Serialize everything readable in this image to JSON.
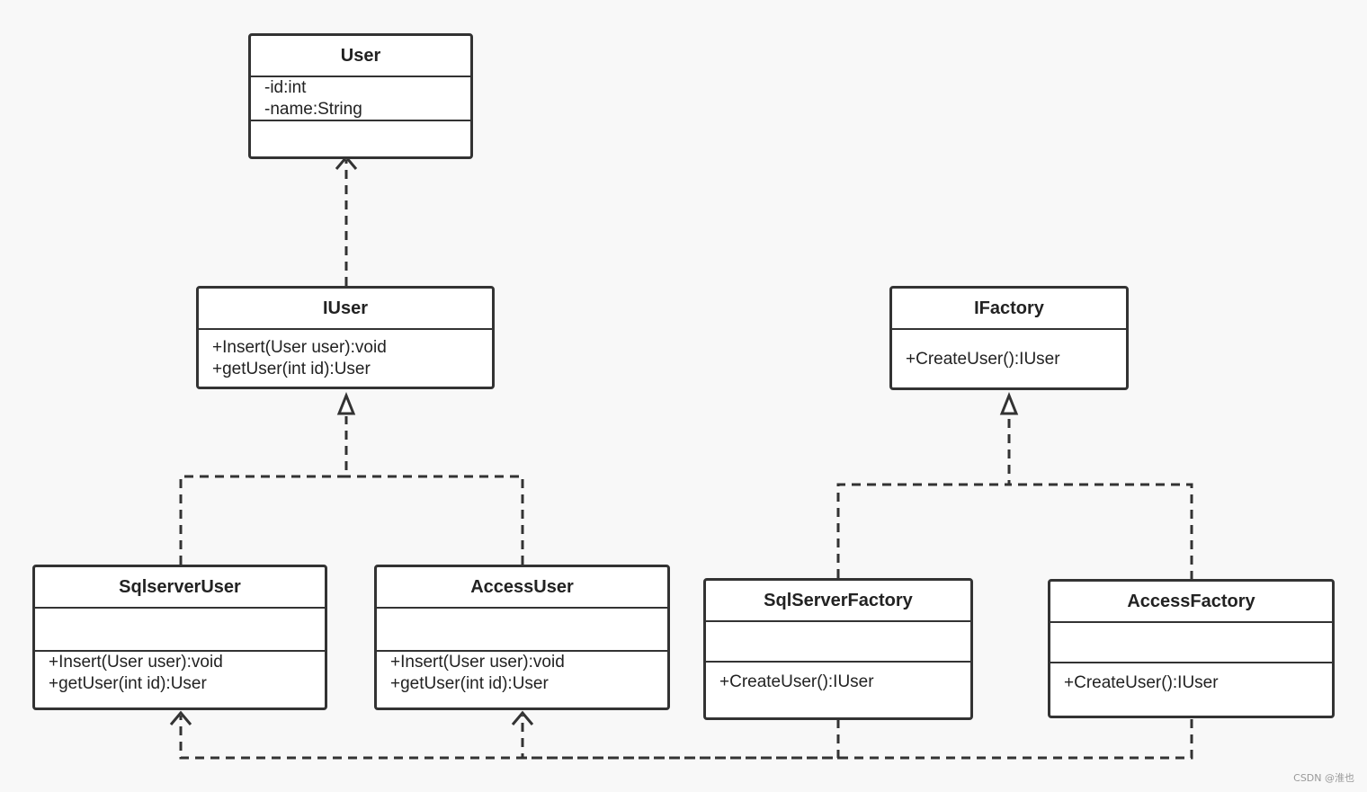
{
  "classes": {
    "user": {
      "name": "User",
      "attributes": [
        "-id:int",
        "-name:String"
      ],
      "methods": []
    },
    "iuser": {
      "name": "IUser",
      "methods": [
        "+Insert(User user):void",
        "+getUser(int id):User"
      ]
    },
    "ifactory": {
      "name": "IFactory",
      "methods": [
        "+CreateUser():IUser"
      ]
    },
    "sqlserver_user": {
      "name": "SqlserverUser",
      "attributes": [],
      "methods": [
        "+Insert(User user):void",
        "+getUser(int id):User"
      ]
    },
    "access_user": {
      "name": "AccessUser",
      "attributes": [],
      "methods": [
        "+Insert(User user):void",
        "+getUser(int id):User"
      ]
    },
    "sqlserver_factory": {
      "name": "SqlServerFactory",
      "attributes": [],
      "methods": [
        "+CreateUser():IUser"
      ]
    },
    "access_factory": {
      "name": "AccessFactory",
      "attributes": [],
      "methods": [
        "+CreateUser():IUser"
      ]
    }
  },
  "watermark": "CSDN @淮也",
  "colors": {
    "line": "#333333",
    "background": "#f8f8f8",
    "box": "#ffffff"
  }
}
